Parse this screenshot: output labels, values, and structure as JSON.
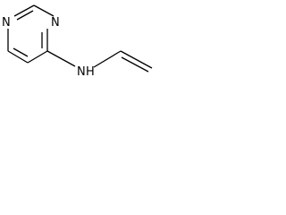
{
  "molecule": {
    "atoms": {
      "n1": "N",
      "n3": "N",
      "nh": "N",
      "h": "H"
    }
  },
  "colors": {
    "ink": "#000000",
    "background": "#ffffff"
  }
}
